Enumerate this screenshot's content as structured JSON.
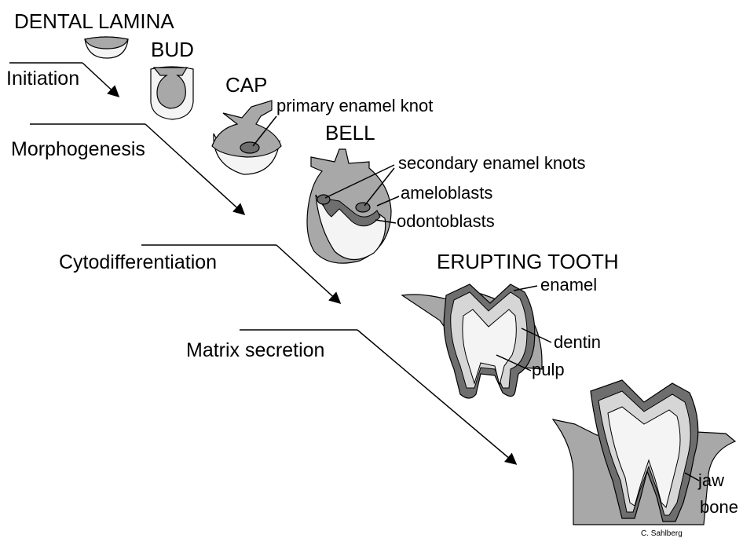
{
  "stages": {
    "dental_lamina": "DENTAL LAMINA",
    "bud": "BUD",
    "cap": "CAP",
    "bell": "BELL",
    "erupting_tooth": "ERUPTING TOOTH"
  },
  "phases": {
    "initiation": "Initiation",
    "morphogenesis": "Morphogenesis",
    "cytodifferentiation": "Cytodifferentiation",
    "matrix_secretion": "Matrix secretion"
  },
  "labels": {
    "primary_enamel_knot": "primary enamel knot",
    "secondary_enamel_knots": "secondary enamel knots",
    "ameloblasts": "ameloblasts",
    "odontoblasts": "odontoblasts",
    "enamel_upper": "enamel",
    "dentin": "dentin",
    "pulp": "pulp",
    "jaw": "jaw",
    "bone": "bone"
  },
  "credit": "C. Sahlberg",
  "colors": {
    "dark_gray": "#6e6e6e",
    "mid_gray": "#a8a8a8",
    "light_gray": "#d6d6d6",
    "pale": "#f4f4f4",
    "outline": "#000000"
  }
}
